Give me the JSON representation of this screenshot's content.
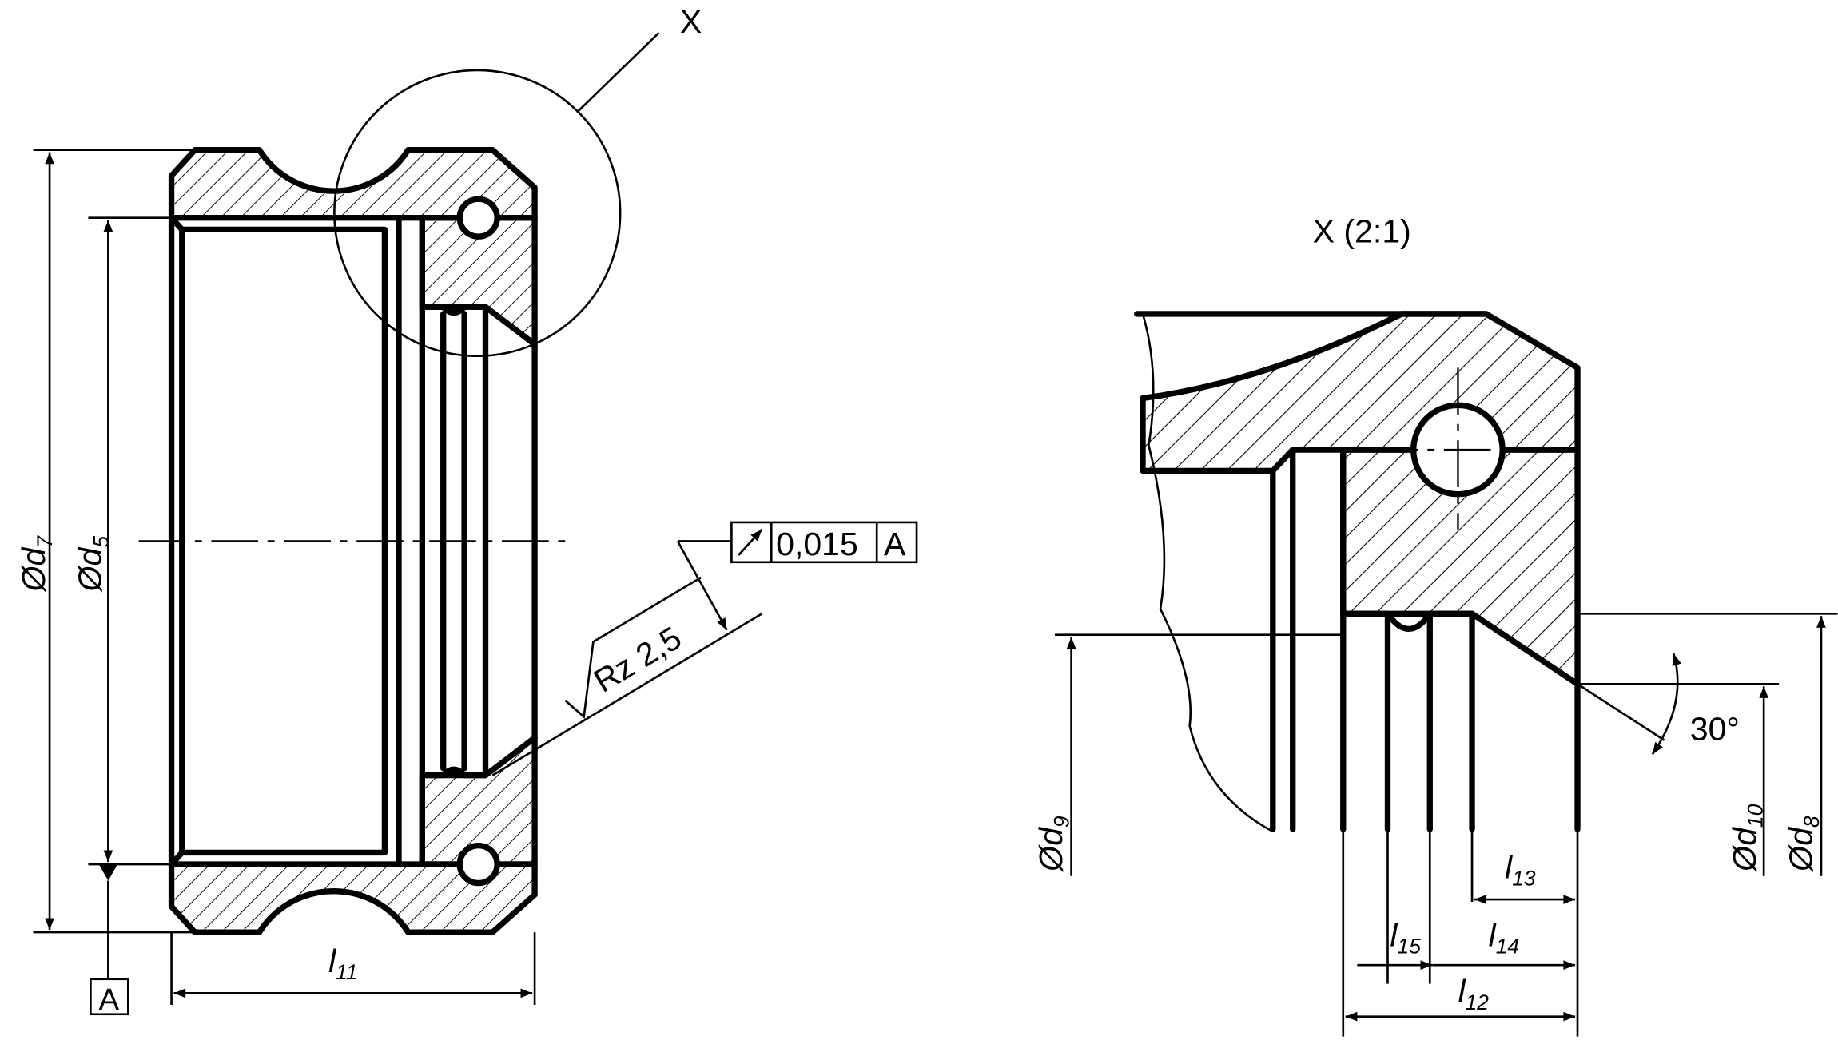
{
  "labels": {
    "detail_marker": "X",
    "detail_title": "X (2:1)",
    "datum_letter": "A",
    "surface_roughness": "Rz 2,5",
    "tolerance_value": "0,015",
    "tolerance_datum": "A",
    "angle": "30°"
  },
  "dimensions": {
    "d7": {
      "symbol": "Ød",
      "sub": "7"
    },
    "d5": {
      "symbol": "Ød",
      "sub": "5"
    },
    "l11": {
      "symbol": "l",
      "sub": "11"
    },
    "d9": {
      "symbol": "Ød",
      "sub": "9"
    },
    "d10": {
      "symbol": "Ød",
      "sub": "10"
    },
    "d8": {
      "symbol": "Ød",
      "sub": "8"
    },
    "l13": {
      "symbol": "l",
      "sub": "13"
    },
    "l14": {
      "symbol": "l",
      "sub": "14"
    },
    "l15": {
      "symbol": "l",
      "sub": "15"
    },
    "l12": {
      "symbol": "l",
      "sub": "12"
    }
  }
}
